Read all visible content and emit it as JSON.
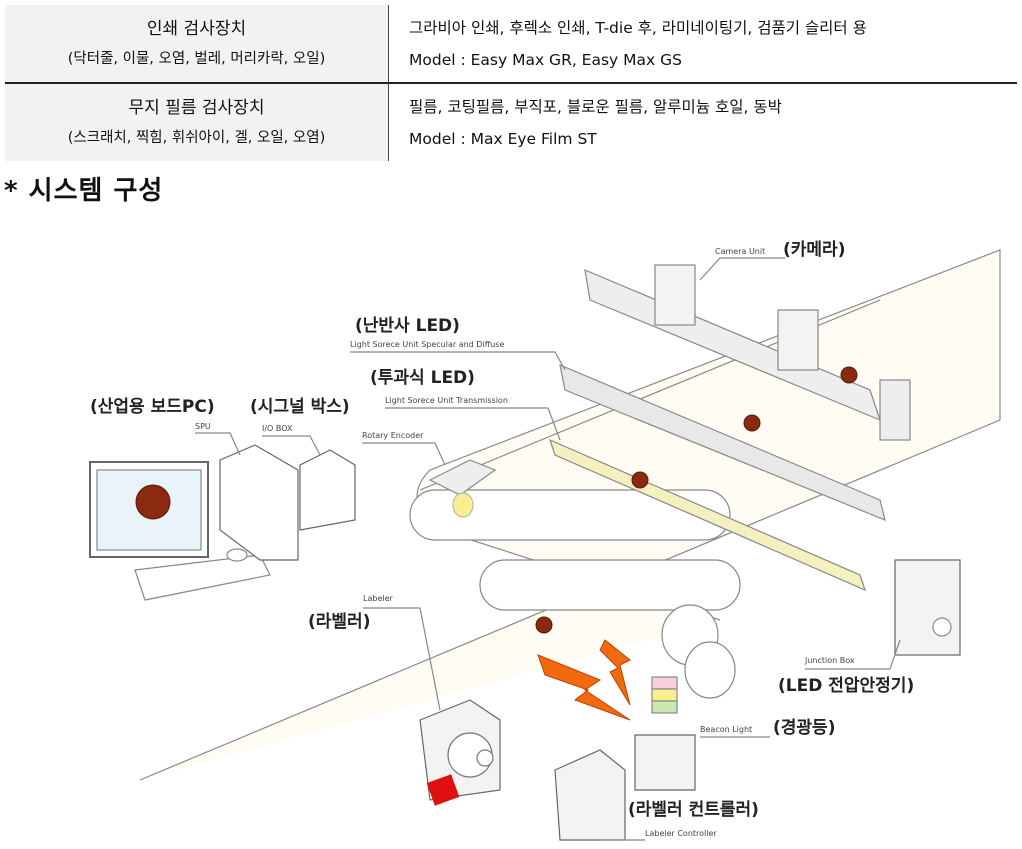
{
  "table": {
    "rows": [
      {
        "name": "인쇄 검사장치",
        "defects": "(닥터줄, 이물, 오염, 벌레, 머리카락, 오일)",
        "applications": "그라비아 인쇄, 후렉소 인쇄, T-die 후, 라미네이팅기, 검품기 슬리터 용",
        "model": "Model : Easy Max GR, Easy Max GS"
      },
      {
        "name": "무지 필름 검사장치",
        "defects": "(스크래치, 찍힘, 휘쉬아이, 겔, 오일, 오염)",
        "applications": "필름, 코팅필름, 부직포, 블로운 필름, 알루미늄 호일, 동박",
        "model": "Model : Max Eye Film ST"
      }
    ]
  },
  "section_title": "* 시스템 구성",
  "diagram": {
    "camera": {
      "en": "Camera Unit",
      "ko": "(카메라)"
    },
    "led_diffuse": {
      "ko": "(난반사 LED)",
      "en": "Light Sorece Unit Specular and Diffuse"
    },
    "led_trans": {
      "ko": "(투과식 LED)",
      "en": "Light Sorece Unit Transmission"
    },
    "pc": {
      "ko": "(산업용 보드PC)",
      "en": "SPU"
    },
    "io": {
      "ko": "(시그널 박스)",
      "en": "I/O BOX"
    },
    "encoder": {
      "en": "Rotary Encoder"
    },
    "labeler": {
      "en": "Labeler",
      "ko": "(라벨러)"
    },
    "junction": {
      "en": "Junction Box",
      "ko": "(LED 전압안정기)"
    },
    "beacon": {
      "en": "Beacon Light",
      "ko": "(경광등)"
    },
    "controller": {
      "ko": "(라벨러 컨트롤러)",
      "en": "Labeler Controller"
    }
  },
  "colors": {
    "defect_dot": "#8b2a10",
    "lightning": "#f26a10",
    "label_red": "#e01010"
  }
}
